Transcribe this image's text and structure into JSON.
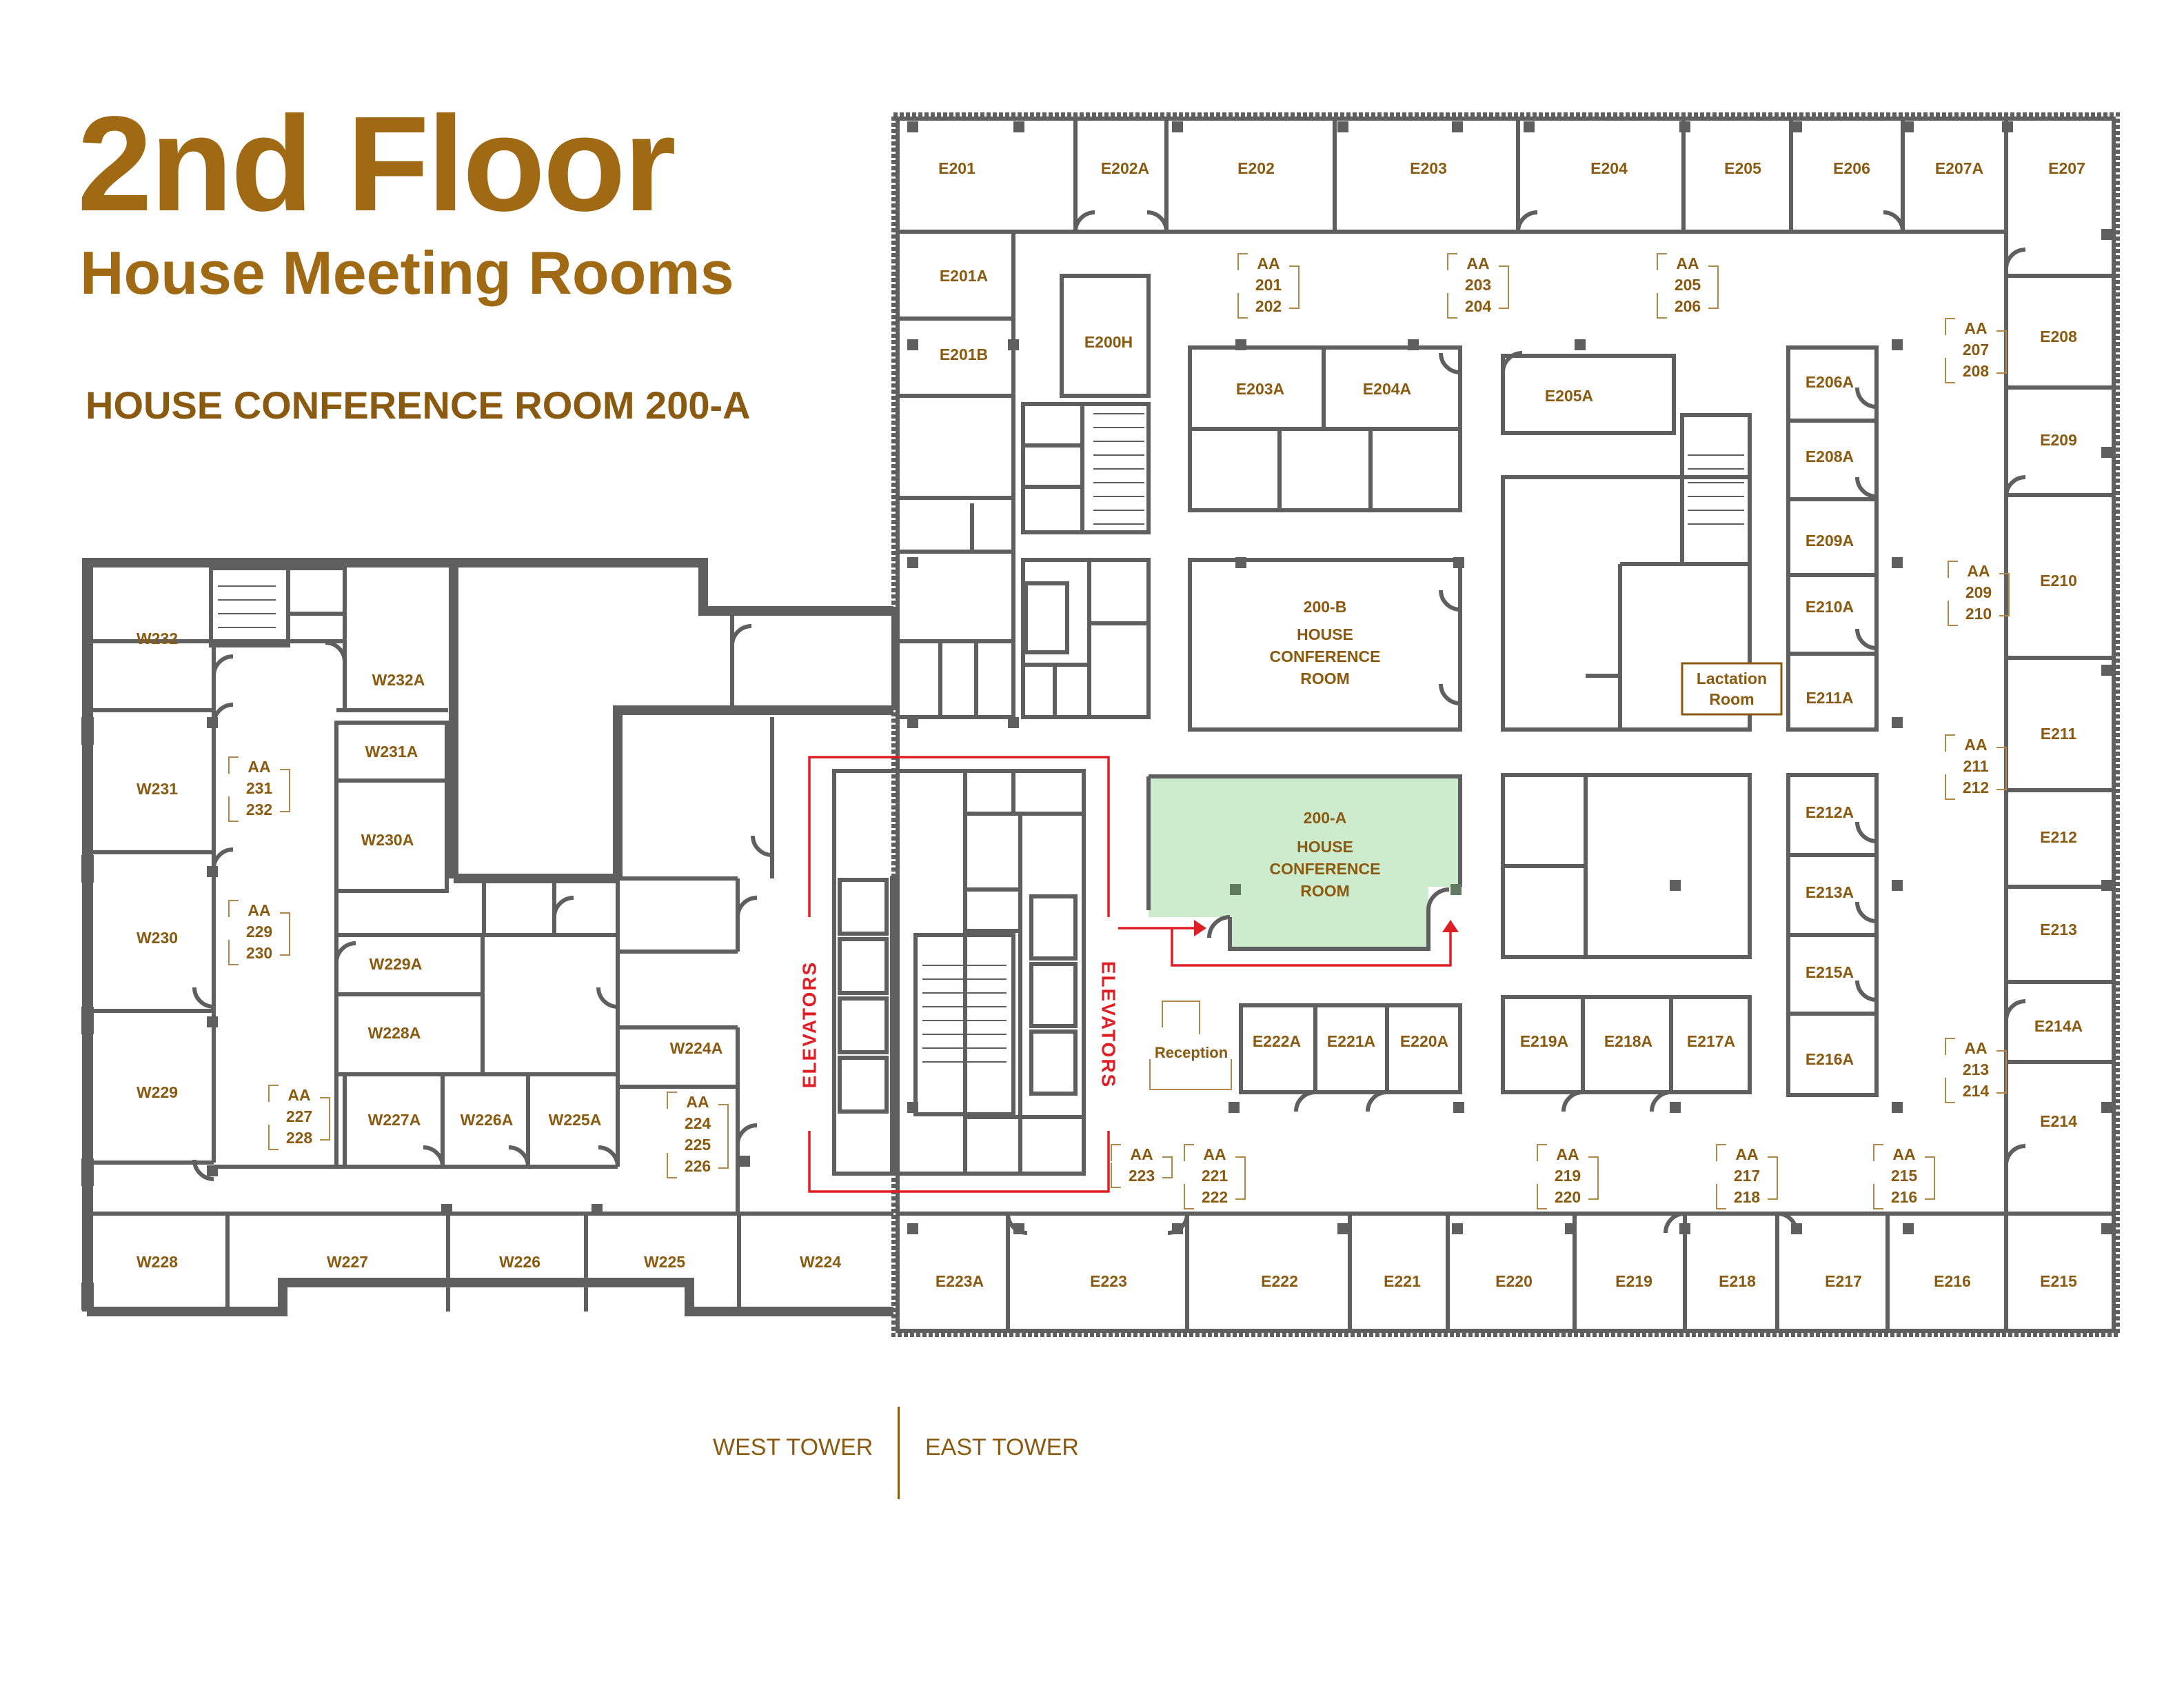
{
  "header": {
    "title": "2nd Floor",
    "subtitle": "House Meeting Rooms",
    "highlight_caption": "HOUSE CONFERENCE ROOM 200-A"
  },
  "legend": {
    "west": "WEST TOWER",
    "east": "EAST TOWER"
  },
  "colors": {
    "title": "#a06a14",
    "label": "#8a5a10",
    "wall": "#5f5f5f",
    "highlight_fill": "#cdeccd",
    "route": "#e01e26"
  },
  "elevators_label": "ELEVATORS",
  "rooms": {
    "e201": "E201",
    "e202a": "E202A",
    "e202": "E202",
    "e203": "E203",
    "e204": "E204",
    "e205": "E205",
    "e206": "E206",
    "e207a": "E207A",
    "e207": "E207",
    "e201a": "E201A",
    "e201b": "E201B",
    "e200h": "E200H",
    "e203a": "E203A",
    "e204a": "E204A",
    "e205a": "E205A",
    "e206a": "E206A",
    "e208a": "E208A",
    "e209a": "E209A",
    "e210a": "E210A",
    "e211a": "E211A",
    "e212a": "E212A",
    "e213a": "E213A",
    "e215a": "E215A",
    "e216a": "E216A",
    "e208": "E208",
    "e209": "E209",
    "e210": "E210",
    "e211": "E211",
    "e212": "E212",
    "e213": "E213",
    "e214a": "E214A",
    "e214": "E214",
    "e215": "E215",
    "e222a": "E222A",
    "e221a": "E221A",
    "e220a": "E220A",
    "e219a": "E219A",
    "e218a": "E218A",
    "e217a": "E217A",
    "reception": "Reception",
    "e223a": "E223A",
    "e223": "E223",
    "e222": "E222",
    "e221": "E221",
    "e220": "E220",
    "e219": "E219",
    "e218": "E218",
    "e217": "E217",
    "e216": "E216",
    "w232": "W232",
    "w232a": "W232A",
    "w231a": "W231A",
    "w231": "W231",
    "w230a": "W230A",
    "w230": "W230",
    "w229a": "W229A",
    "w228a": "W228A",
    "w229": "W229",
    "w227a": "W227A",
    "w226a": "W226A",
    "w225a": "W225A",
    "w224a": "W224A",
    "w228": "W228",
    "w227": "W227",
    "w226": "W226",
    "w225": "W225",
    "w224": "W224"
  },
  "conf_200b": {
    "num": "200-B",
    "l1": "HOUSE",
    "l2": "CONFERENCE",
    "l3": "ROOM"
  },
  "conf_200a": {
    "num": "200-A",
    "l1": "HOUSE",
    "l2": "CONFERENCE",
    "l3": "ROOM"
  },
  "lactation": {
    "l1": "Lactation",
    "l2": "Room"
  },
  "aa_markers": {
    "aa201": [
      "AA",
      "201",
      "202"
    ],
    "aa203": [
      "AA",
      "203",
      "204"
    ],
    "aa205": [
      "AA",
      "205",
      "206"
    ],
    "aa207": [
      "AA",
      "207",
      "208"
    ],
    "aa209": [
      "AA",
      "209",
      "210"
    ],
    "aa211": [
      "AA",
      "211",
      "212"
    ],
    "aa213": [
      "AA",
      "213",
      "214"
    ],
    "aa215": [
      "AA",
      "215",
      "216"
    ],
    "aa217": [
      "AA",
      "217",
      "218"
    ],
    "aa219": [
      "AA",
      "219",
      "220"
    ],
    "aa221": [
      "AA",
      "221",
      "222"
    ],
    "aa223": [
      "AA",
      "223"
    ],
    "aa224": [
      "AA",
      "224",
      "225",
      "226"
    ],
    "aa227": [
      "AA",
      "227",
      "228"
    ],
    "aa229": [
      "AA",
      "229",
      "230"
    ],
    "aa231": [
      "AA",
      "231",
      "232"
    ]
  }
}
